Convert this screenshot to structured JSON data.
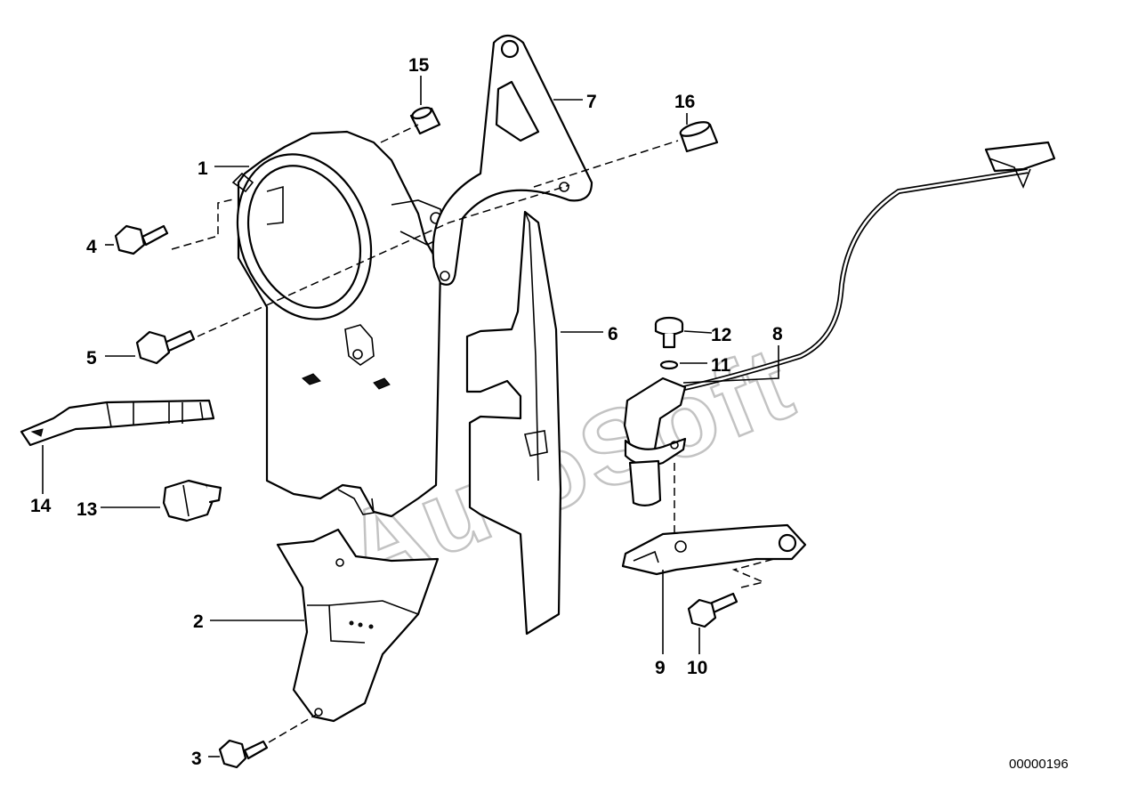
{
  "callouts": [
    {
      "id": "1",
      "label": "1"
    },
    {
      "id": "2",
      "label": "2"
    },
    {
      "id": "3",
      "label": "3"
    },
    {
      "id": "4",
      "label": "4"
    },
    {
      "id": "5",
      "label": "5"
    },
    {
      "id": "6",
      "label": "6"
    },
    {
      "id": "7",
      "label": "7"
    },
    {
      "id": "8",
      "label": "8"
    },
    {
      "id": "9",
      "label": "9"
    },
    {
      "id": "10",
      "label": "10"
    },
    {
      "id": "11",
      "label": "11"
    },
    {
      "id": "12",
      "label": "12"
    },
    {
      "id": "13",
      "label": "13"
    },
    {
      "id": "14",
      "label": "14"
    },
    {
      "id": "15",
      "label": "15"
    },
    {
      "id": "16",
      "label": "16"
    }
  ],
  "diagram_number": "00000196",
  "watermark": "AutoSoft"
}
